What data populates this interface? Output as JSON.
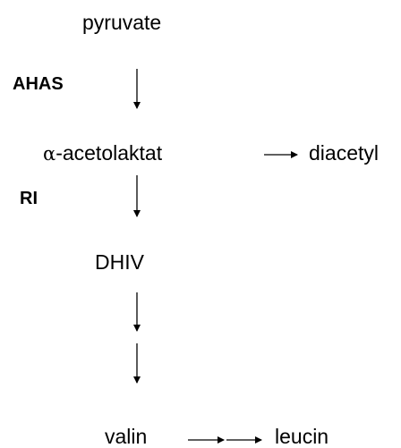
{
  "nodes": {
    "pyruvate": "pyruvate",
    "acetolactate_prefix": "α",
    "acetolactate_rest": "-acetolaktat",
    "diacetyl": "diacetyl",
    "dhiv": "DHIV",
    "valin": "valin",
    "leucin": "leucin"
  },
  "enzymes": {
    "ahas": "AHAS",
    "ri": "RI"
  },
  "colors": {
    "text": "#000000",
    "arrow": "#000000",
    "background": "#ffffff"
  }
}
